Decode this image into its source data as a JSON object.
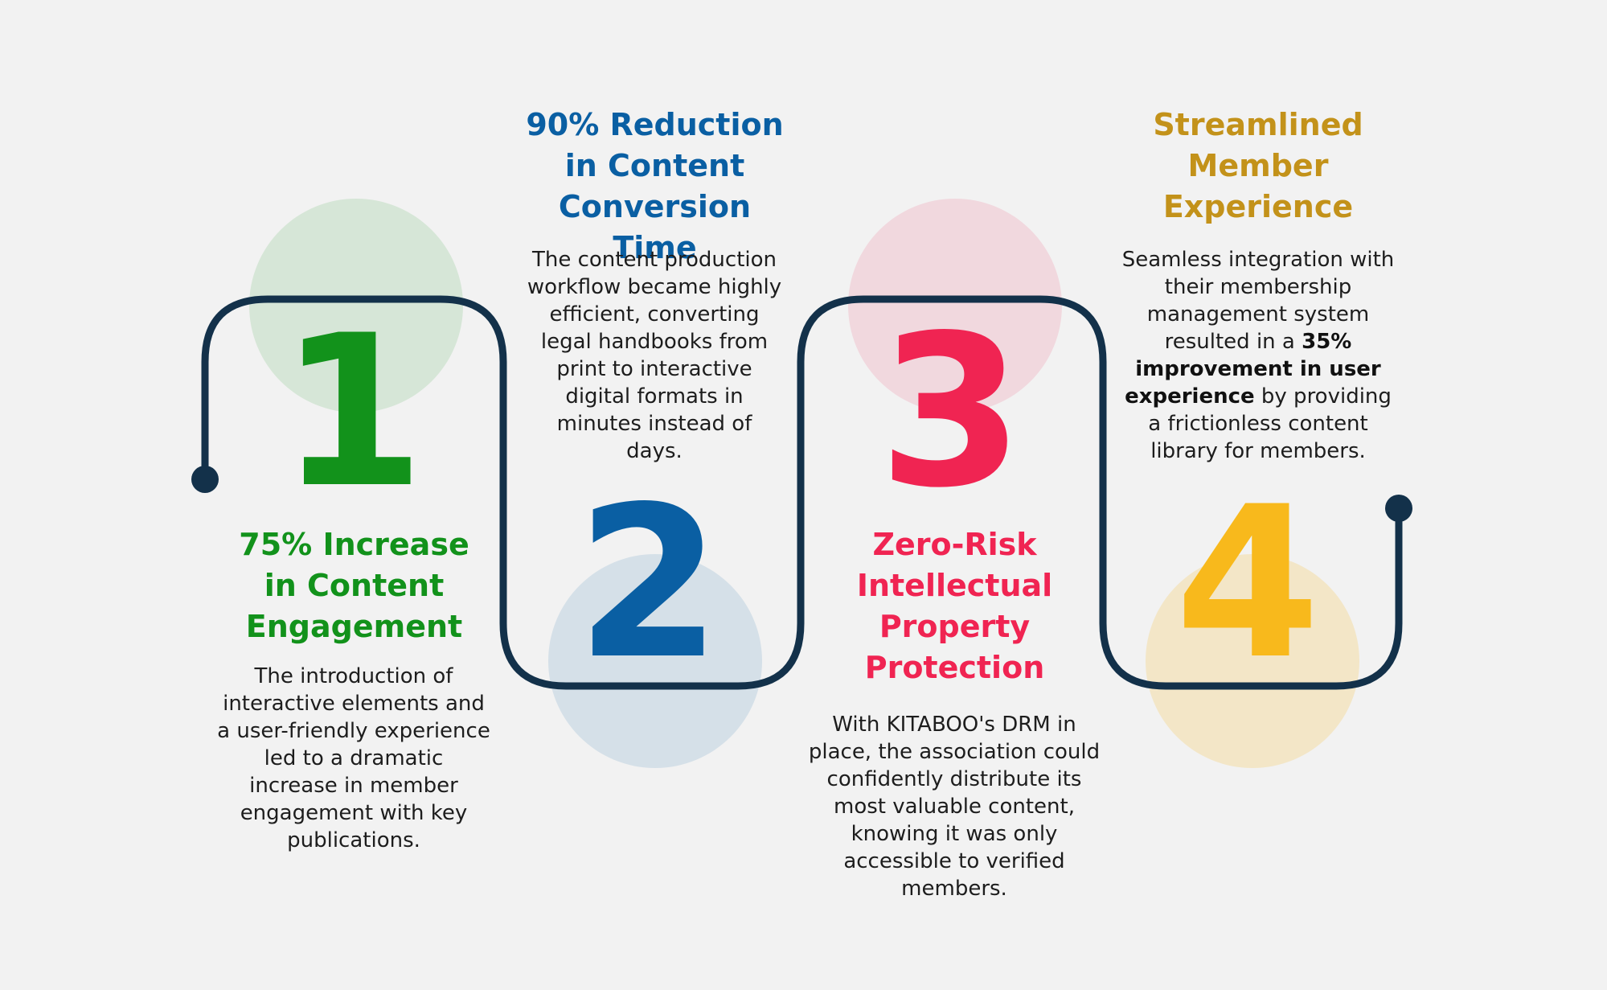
{
  "colors": {
    "background": "#f2f2f2",
    "path": "#13314a",
    "step1": "#12921b",
    "step2": "#0a5fa3",
    "step3": "#f02452",
    "step4": "#f8b91c",
    "title4": "#c3921a"
  },
  "steps": [
    {
      "number": "1",
      "title": "75% Increase in Content Engagement",
      "description": "The introduction of interactive elements and a user-friendly experience led to a dramatic increase in member engagement with key publications."
    },
    {
      "number": "2",
      "title": "90% Reduction in Content Conversion Time",
      "description": "The content production workflow became highly efficient, converting legal handbooks from print to interactive digital formats in minutes instead of days."
    },
    {
      "number": "3",
      "title": "Zero-Risk Intellectual Property Protection",
      "description": "With KITABOO's DRM in place, the association could confidently distribute its most valuable content, knowing it was only accessible to verified members."
    },
    {
      "number": "4",
      "title": "Streamlined Member Experience",
      "description_before": "Seamless integration with their membership management system resulted in a ",
      "description_bold": "35% improvement in user experience",
      "description_after": " by providing a frictionless content library for members."
    }
  ]
}
